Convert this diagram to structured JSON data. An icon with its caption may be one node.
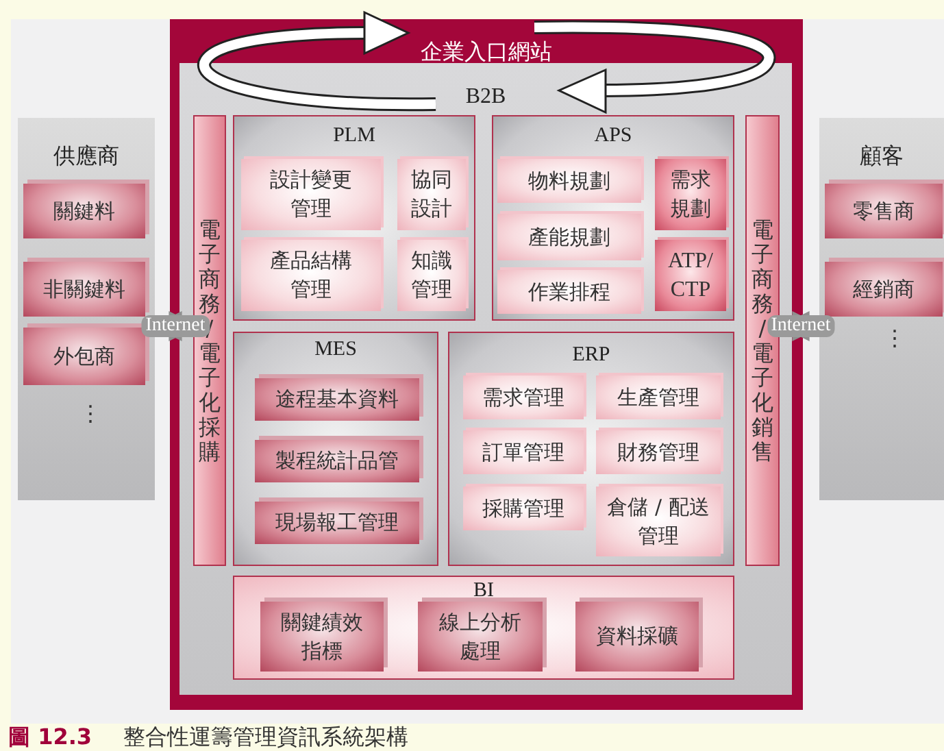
{
  "diagram": {
    "caption": "**圖 12.3** 整合性運籌管理資訊系統架構",
    "nodes": [
      {
        "text": [
          "企業入口網站"
        ]
      },
      {
        "text": [
          "B2B"
        ],
        "in": 0
      },
      {
        "text": [
          "電子商務/電子化採購"
        ],
        "in": 1
      },
      {
        "text": [
          "PLM"
        ],
        "in": 1
      },
      {
        "text": [
          "設計變更管理"
        ],
        "in": 3
      },
      {
        "text": [
          "協同設計"
        ],
        "in": 3
      },
      {
        "text": [
          "產品結構管理"
        ],
        "in": 3
      },
      {
        "text": [
          "知識管理"
        ],
        "in": 3
      },
      {
        "text": [
          "APS"
        ],
        "in": 1
      },
      {
        "text": [
          "物料規劃"
        ],
        "in": 8
      },
      {
        "text": [
          "需求規劃"
        ],
        "in": 8
      },
      {
        "text": [
          "產能規劃"
        ],
        "in": 8
      },
      {
        "text": [
          "ATP/ CTP"
        ],
        "in": 8
      },
      {
        "text": [
          "作業排程"
        ],
        "in": 8
      },
      {
        "text": [
          "電子商務/電子化銷售"
        ],
        "in": 1
      },
      {
        "text": [
          "MES"
        ],
        "in": 1
      },
      {
        "text": [
          "途程基本資料"
        ],
        "in": 15
      },
      {
        "text": [
          "製程統計品管"
        ],
        "in": 15
      },
      {
        "text": [
          "現場報工管理"
        ],
        "in": 15
      },
      {
        "text": [
          "ERP"
        ],
        "in": 1
      },
      {
        "text": [
          "需求管理"
        ],
        "in": 19
      },
      {
        "text": [
          "生產管理"
        ],
        "in": 19
      },
      {
        "text": [
          "訂單管理"
        ],
        "in": 19
      },
      {
        "text": [
          "財務管理"
        ],
        "in": 19
      },
      {
        "text": [
          "採購管理"
        ],
        "in": 19
      },
      {
        "text": [
          "倉儲 / 配送管理"
        ],
        "in": 19
      },
      {
        "text": [
          "BI"
        ],
        "in": 1
      },
      {
        "text": [
          "關鍵績效指標"
        ],
        "in": 26
      },
      {
        "text": [
          "線上分析處理"
        ],
        "in": 26
      },
      {
        "text": [
          "資料採礦"
        ],
        "in": 26
      },
      {
        "text": [
          "供應商"
        ]
      },
      {
        "text": [
          "關鍵料"
        ],
        "in": 30
      },
      {
        "text": [
          "非關鍵料"
        ],
        "in": 30
      },
      {
        "text": [
          "外包商"
        ],
        "in": 30
      },
      {
        "text": [
          "顧客"
        ]
      },
      {
        "text": [
          "零售商"
        ],
        "in": 34
      },
      {
        "text": [
          "經銷商"
        ],
        "in": 34
      }
    ],
    "edges": [
      {
        "from": 30,
        "to": 2,
        "arrow": "both",
        "label": "Internet"
      },
      {
        "from": 14,
        "to": 34,
        "arrow": "both",
        "label": "Internet"
      }
    ],
    "labels": [
      "⋮",
      "⋮"
    ]
  }
}
